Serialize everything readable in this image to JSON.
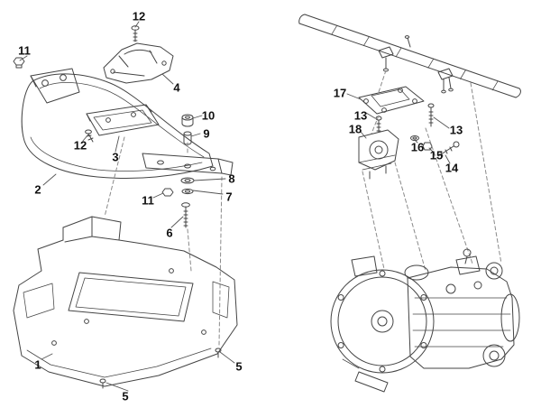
{
  "figure": {
    "kind": "exploded-parts-diagram",
    "left_assembly": "underbody tray, frame loop and mounting hardware",
    "right_assembly": "crossbar, engine mount bracket and gearbox"
  },
  "colors": {
    "line": "#444444",
    "dash": "#8a8a8a",
    "label": "#111111",
    "bg": "#ffffff"
  },
  "callouts": [
    {
      "label": "12"
    },
    {
      "label": "11"
    },
    {
      "label": "4"
    },
    {
      "label": "10"
    },
    {
      "label": "9"
    },
    {
      "label": "12"
    },
    {
      "label": "3"
    },
    {
      "label": "2"
    },
    {
      "label": "8"
    },
    {
      "label": "7"
    },
    {
      "label": "11"
    },
    {
      "label": "6"
    },
    {
      "label": "1"
    },
    {
      "label": "5"
    },
    {
      "label": "5"
    },
    {
      "label": "17"
    },
    {
      "label": "13"
    },
    {
      "label": "18"
    },
    {
      "label": "13"
    },
    {
      "label": "16"
    },
    {
      "label": "15"
    },
    {
      "label": "14"
    }
  ]
}
